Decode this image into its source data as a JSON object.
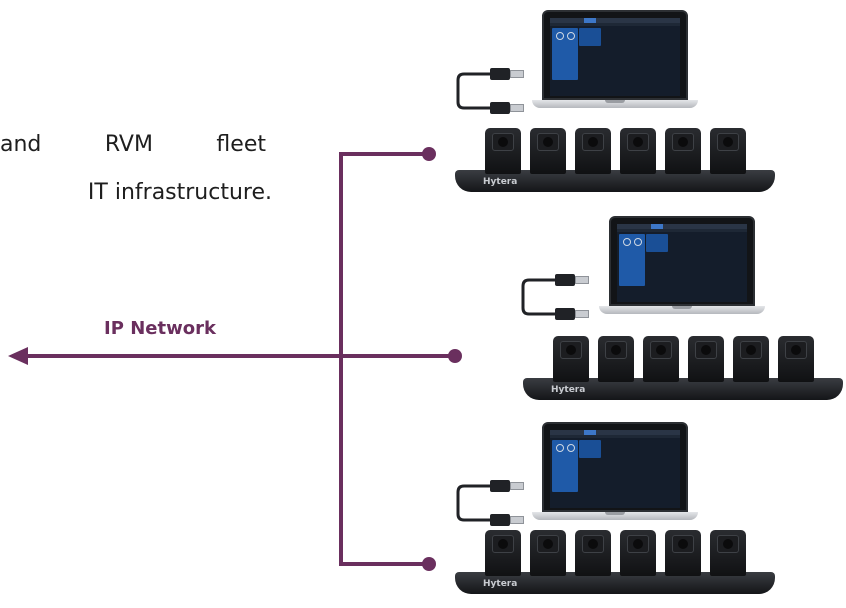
{
  "intro": {
    "line1_words": [
      "and",
      "RVM",
      "fleet"
    ],
    "line2": "IT infrastructure."
  },
  "network": {
    "label": "IP Network",
    "color": "#6a2f5e"
  },
  "stations": [
    {
      "dock_brand": "Hytera"
    },
    {
      "dock_brand": "Hytera"
    },
    {
      "dock_brand": "Hytera"
    }
  ],
  "icons": [
    "laptop-icon",
    "usb-cable-icon",
    "docking-station-icon",
    "body-camera-icon",
    "arrow-left-icon"
  ]
}
